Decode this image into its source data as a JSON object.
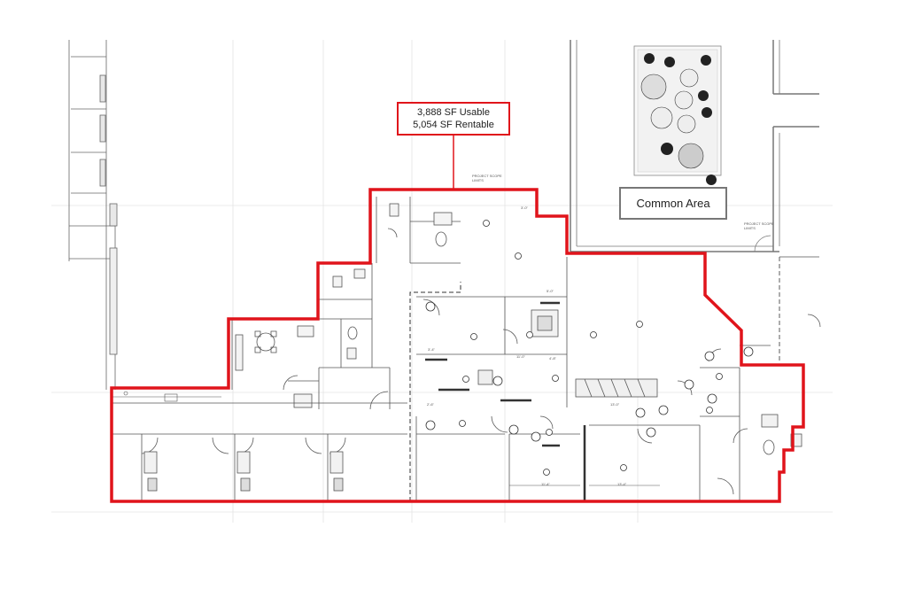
{
  "areas": {
    "usable": "3,888 SF Usable",
    "rentable": "5,054 SF Rentable"
  },
  "common_area": {
    "label": "Common Area"
  },
  "project_scope_label": "PROJECT SCOPE LIMITS",
  "dimensions": [
    "5'-0\"",
    "3'-4\"",
    "4'-8\"",
    "11'-4\"",
    "3'-0\"",
    "13'-4\"",
    "11'-0\"",
    "13'-0\"",
    "2'-6\""
  ],
  "colors": {
    "scope_outline": "#e0141b",
    "linework": "#555555",
    "common_border": "#777777"
  }
}
